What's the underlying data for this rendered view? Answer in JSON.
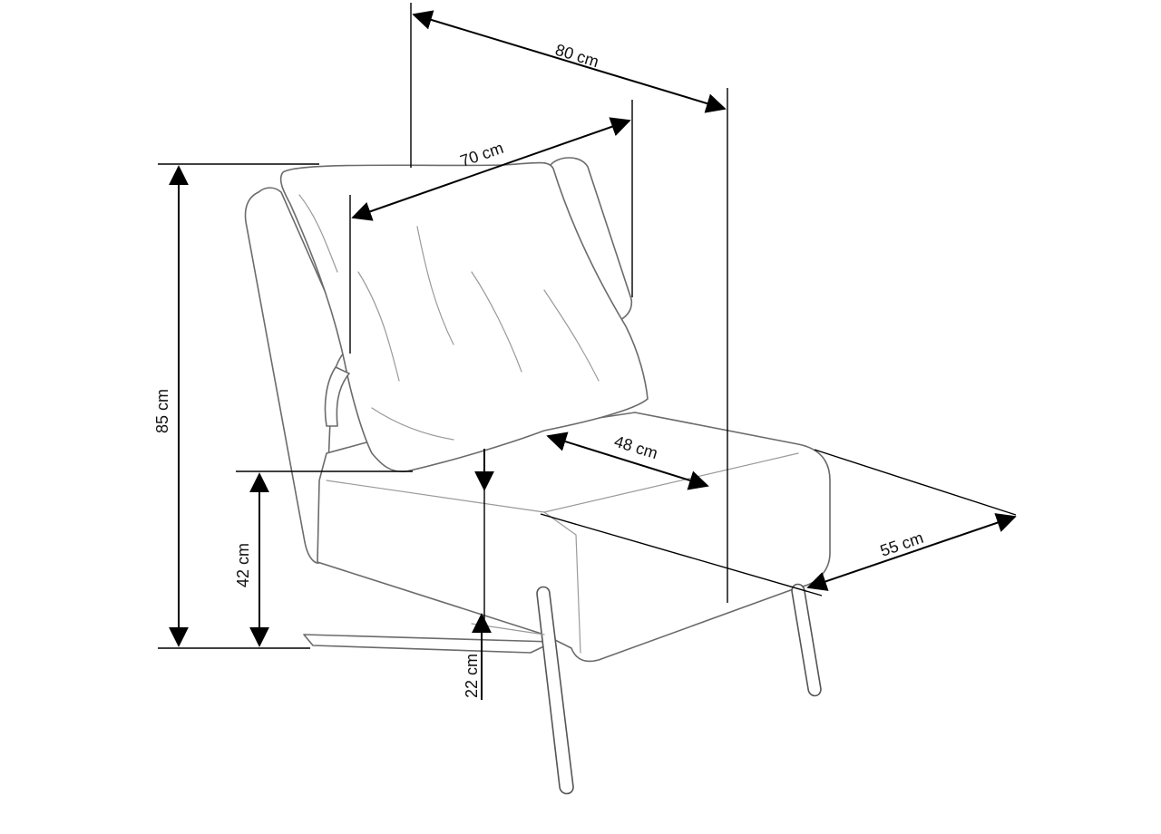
{
  "dimensions": {
    "total_width": "80 cm",
    "backrest_width": "70 cm",
    "total_height": "85 cm",
    "seat_height": "42 cm",
    "seat_depth": "48 cm",
    "depth": "55 cm",
    "leg_height": "22 cm"
  }
}
